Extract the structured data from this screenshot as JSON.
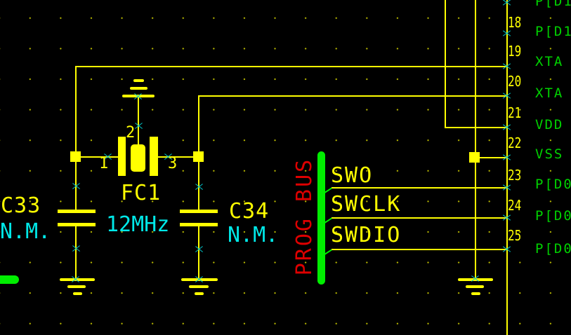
{
  "palette": {
    "bg": "#000000",
    "wire": "#ffff00",
    "cyan": "#00e8e8",
    "mark": "#00c8c8",
    "bus": "#00ee00",
    "glabel": "#00d000",
    "red": "#dd0000"
  },
  "components": {
    "c33": {
      "ref": "C33",
      "value": "N.M."
    },
    "c34": {
      "ref": "C34",
      "value": "N.M."
    },
    "fc1": {
      "ref": "FC1",
      "value": "12MHz",
      "pin1": "1",
      "pin2": "2",
      "pin3": "3"
    }
  },
  "bus": {
    "name": "PROG BUS",
    "signals": [
      {
        "name": "SWO"
      },
      {
        "name": "SWCLK"
      },
      {
        "name": "SWDIO"
      }
    ]
  },
  "pins": [
    {
      "number": "",
      "label": "P[D1"
    },
    {
      "number": "18",
      "label": "P[D1"
    },
    {
      "number": "19",
      "label": "XTA"
    },
    {
      "number": "20",
      "label": "XTA"
    },
    {
      "number": "21",
      "label": "VDD"
    },
    {
      "number": "22",
      "label": "VSS"
    },
    {
      "number": "23",
      "label": "P[D0"
    },
    {
      "number": "24",
      "label": "P[D0"
    },
    {
      "number": "25",
      "label": "P[D0"
    }
  ]
}
